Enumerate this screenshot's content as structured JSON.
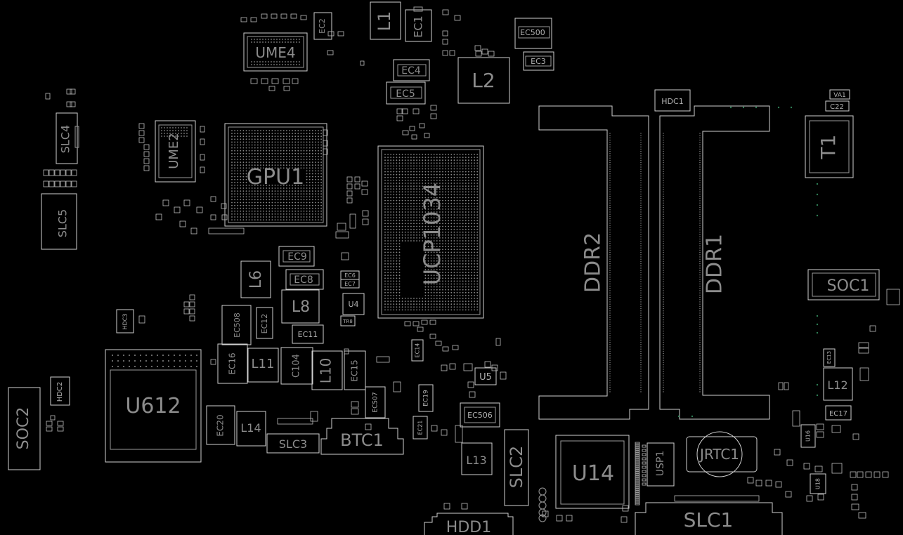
{
  "labels": {
    "l1": "L1",
    "ec2": "EC2",
    "ec1": "EC1",
    "ume4": "UME4",
    "ec500": "EC500",
    "ec3": "EC3",
    "ec4": "EC4",
    "l2": "L2",
    "ec5": "EC5",
    "hdc1": "HDC1",
    "va1": "VA1",
    "c22": "C22",
    "slc4": "SLC4",
    "ume2": "UME2",
    "gpu1": "GPU1",
    "ucp1034": "UCP1034",
    "t1": "T1",
    "slc5": "SLC5",
    "ddr2": "DDR2",
    "ddr1": "DDR1",
    "ec9": "EC9",
    "ec8": "EC8",
    "l6": "L6",
    "soc1": "SOC1",
    "l8": "L8",
    "u4": "U4",
    "ec508": "EC508",
    "ec12": "EC12",
    "ec11": "EC11",
    "hdc3": "HDC3",
    "ec16": "EC16",
    "l11": "L11",
    "c104": "C104",
    "l10": "L10",
    "ec15": "EC15",
    "u5": "U5",
    "ec13": "EC13",
    "l12": "L12",
    "u612": "U612",
    "soc2": "SOC2",
    "hdc2": "HDC2",
    "ec507": "EC507",
    "ec19": "EC19",
    "ec506": "EC506",
    "ec17": "EC17",
    "ec20": "EC20",
    "l14": "L14",
    "slc3": "SLC3",
    "btc1": "BTC1",
    "ec21": "EC21",
    "l13": "L13",
    "slc2": "SLC2",
    "u14": "U14",
    "usp1": "USP1",
    "jrtc1": "JRTC1",
    "u16": "U16",
    "u18": "U18",
    "hdd1": "HDD1",
    "slc1": "SLC1",
    "ec14": "EC14",
    "ec6": "EC6",
    "ec7": "EC7",
    "tr8": "TR8"
  }
}
